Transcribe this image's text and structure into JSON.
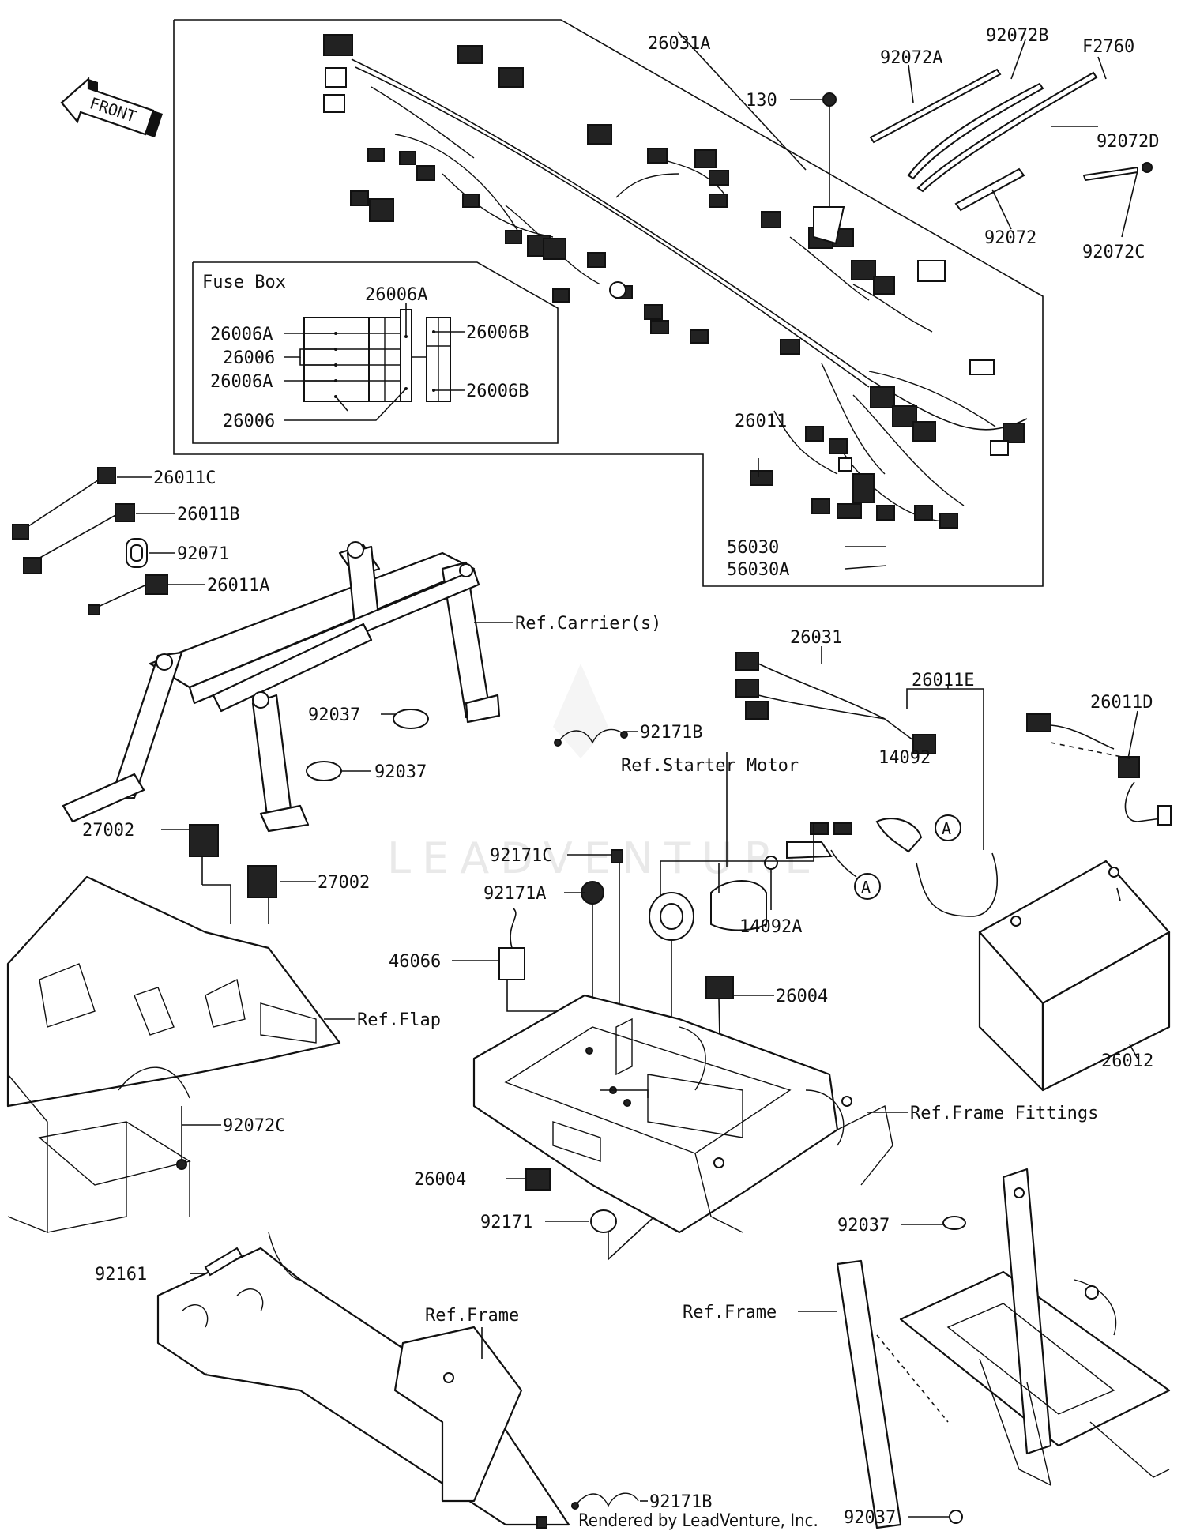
{
  "front_label": "FRONT",
  "fuse_box_title": "Fuse Box",
  "circle_marker": "A",
  "watermark": "LEADVENTURE",
  "credit": "Rendered by LeadVenture, Inc.",
  "callouts": {
    "c26031A": "26031A",
    "c92072A": "92072A",
    "c92072B": "92072B",
    "cF2760": "F2760",
    "c130": "130",
    "c92072D": "92072D",
    "c92072": "92072",
    "c92072C_top": "92072C",
    "c26006A_top": "26006A",
    "c26006A_1": "26006A",
    "c26006_1": "26006",
    "c26006A_2": "26006A",
    "c26006_2": "26006",
    "c26006B_1": "26006B",
    "c26006B_2": "26006B",
    "c26011": "26011",
    "c56030": "56030",
    "c56030A": "56030A",
    "c26011C": "26011C",
    "c26011B": "26011B",
    "c92071": "92071",
    "c26011A": "26011A",
    "refCarrier": "Ref.Carrier(s)",
    "c92037_a": "92037",
    "c92037_b": "92037",
    "c26031": "26031",
    "c92171B_top": "92171B",
    "c26011E": "26011E",
    "c14092": "14092",
    "c26011D": "26011D",
    "refStarter": "Ref.Starter Motor",
    "c27002_a": "27002",
    "c27002_b": "27002",
    "c92171C": "92171C",
    "c92171A": "92171A",
    "c14092A": "14092A",
    "c46066": "46066",
    "refFlap": "Ref.Flap",
    "c26004_a": "26004",
    "c26012": "26012",
    "refFrameFittings": "Ref.Frame Fittings",
    "c92072C_bot": "92072C",
    "c26004_b": "26004",
    "c92171": "92171",
    "c92037_c": "92037",
    "c92161": "92161",
    "refFrame_a": "Ref.Frame",
    "refFrame_b": "Ref.Frame",
    "c92171B_bot": "92171B",
    "c92037_d": "92037"
  }
}
